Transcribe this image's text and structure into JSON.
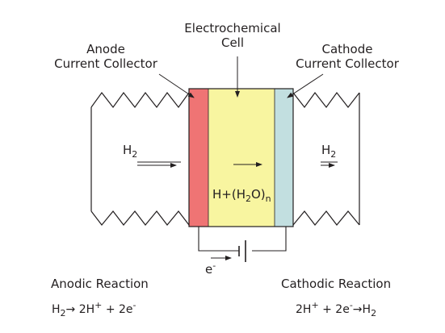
{
  "labels": {
    "electrochemical_line1": "Electrochemical",
    "electrochemical_line2": "Cell",
    "anode_line1": "Anode",
    "anode_line2": "Current Collector",
    "cathode_line1": "Cathode",
    "cathode_line2": "Current Collector",
    "h2_left": "H",
    "h2_left_sub": "2",
    "h2_right": "H",
    "h2_right_sub": "2",
    "proton_prefix": "H+(H",
    "proton_sub_2": "2",
    "proton_mid": "O)",
    "proton_sub_n": "n",
    "electron": "e",
    "electron_sup": "-",
    "anodic_title": "Anodic Reaction",
    "cathodic_title": "Cathodic Reaction"
  },
  "anodic_equation": {
    "h": "H",
    "h_sub": "2",
    "arrow": "→",
    "coef1": " 2H",
    "plus_sup": "+",
    "rest": " + 2e",
    "minus_sup": "-"
  },
  "cathodic_equation": {
    "h_part": "2H",
    "plus_sup": "+",
    "mid": " + 2e",
    "minus_sup": "-",
    "arrow": "→",
    "h": "H",
    "h_sub": "2"
  },
  "colors": {
    "anode": "#ef7474",
    "membrane": "#f8f5a0",
    "cathode": "#c2dfe0",
    "line": "#231f20"
  }
}
